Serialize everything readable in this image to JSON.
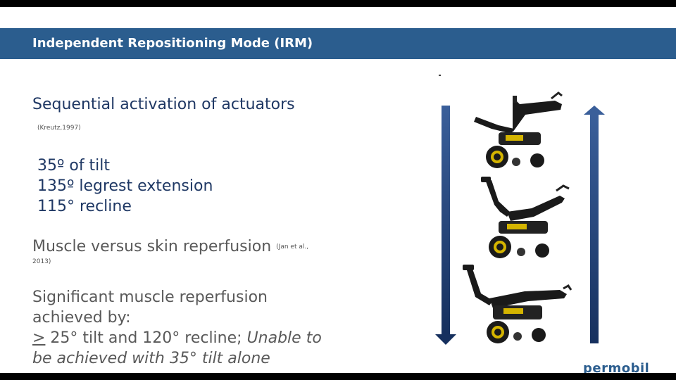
{
  "header": {
    "title": "Independent Repositioning Mode (IRM)"
  },
  "content": {
    "heading": "Sequential activation of actuators",
    "heading_citation": "(Kreutz,1997)",
    "specs": [
      "35º of tilt",
      "135º legrest extension",
      "115° recline"
    ],
    "muscle_line": "Muscle versus skin reperfusion",
    "muscle_citation_inline": "(Jan et al.,",
    "muscle_citation_year": "2013)",
    "significant_lines": [
      "Significant muscle reperfusion",
      "achieved by:"
    ],
    "gt_symbol": ">",
    "condition": " 25° tilt and 120° recline; ",
    "unable_part1": "Unable to",
    "unable_part2": "be achieved with 35° tilt alone"
  },
  "brand": {
    "logo_text": "permobil"
  },
  "colors": {
    "title_bar": "#2b5d8e",
    "navy_text": "#1f3864",
    "arrow": "#1f3b6e",
    "accent_yellow": "#d4b400"
  }
}
